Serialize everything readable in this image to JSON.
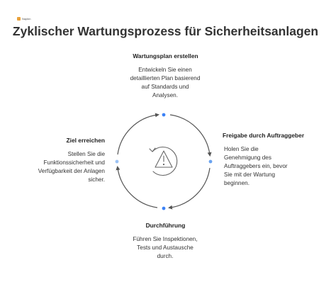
{
  "brand": {
    "logo_text": "Napkin"
  },
  "title": "Zyklischer Wartungsprozess für Sicherheitsanlagen",
  "center_icon": "warning-triangle-cycle-icon",
  "colors": {
    "accent": "#3b82f6",
    "circle": "#555555",
    "icon": "#666666"
  },
  "stages": {
    "top": {
      "title": "Wartungsplan erstellen",
      "desc": [
        "Entwickeln Sie einen",
        "detaillierten Plan basierend",
        "auf Standards und",
        "Analysen."
      ]
    },
    "right": {
      "title": "Freigabe durch Auftraggeber",
      "desc": [
        "Holen Sie die",
        "Genehmigung des",
        "Auftraggebers ein, bevor",
        "Sie mit der Wartung",
        "beginnen."
      ]
    },
    "bottom": {
      "title": "Durchführung",
      "desc": [
        "Führen Sie Inspektionen,",
        "Tests und Austausche",
        "durch."
      ]
    },
    "left": {
      "title": "Ziel erreichen",
      "desc": [
        "Stellen Sie die",
        "Funktionssicherheit und",
        "Verfügbarkeit der Anlagen",
        "sicher."
      ]
    }
  }
}
